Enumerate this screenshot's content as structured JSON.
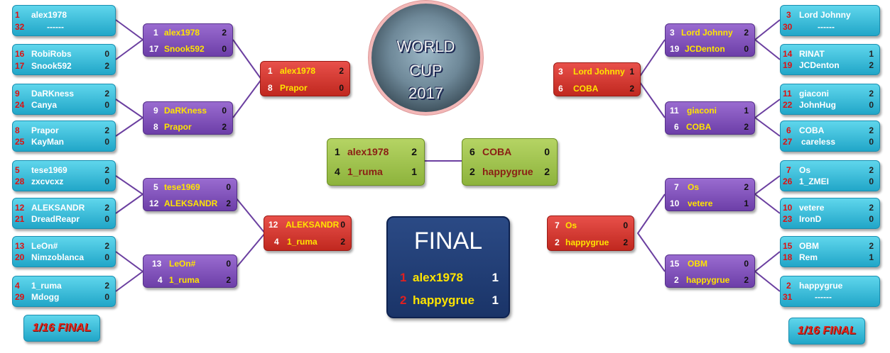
{
  "logo": {
    "line1": "WORLD",
    "line2": "CUP",
    "line3": "2017"
  },
  "stage_label_left": "1/16 FINAL",
  "stage_label_right": "1/16 FINAL",
  "left": {
    "r1": [
      {
        "p1": {
          "seed": "1",
          "name": "alex1978",
          "score": ""
        },
        "p2": {
          "seed": "32",
          "name": "------",
          "score": ""
        }
      },
      {
        "p1": {
          "seed": "16",
          "name": "RobiRobs",
          "score": "0"
        },
        "p2": {
          "seed": "17",
          "name": "Snook592",
          "score": "2"
        }
      },
      {
        "p1": {
          "seed": "9",
          "name": "DaRKness",
          "score": "2"
        },
        "p2": {
          "seed": "24",
          "name": "Canya",
          "score": "0"
        }
      },
      {
        "p1": {
          "seed": "8",
          "name": "Prapor",
          "score": "2"
        },
        "p2": {
          "seed": "25",
          "name": "KayMan",
          "score": "0"
        }
      },
      {
        "p1": {
          "seed": "5",
          "name": "tese1969",
          "score": "2"
        },
        "p2": {
          "seed": "28",
          "name": "zxcvcxz",
          "score": "0"
        }
      },
      {
        "p1": {
          "seed": "12",
          "name": "ALEKSANDR",
          "score": "2"
        },
        "p2": {
          "seed": "21",
          "name": "DreadReapr",
          "score": "0"
        }
      },
      {
        "p1": {
          "seed": "13",
          "name": "LeOn#",
          "score": "2"
        },
        "p2": {
          "seed": "20",
          "name": "Nimzoblanca",
          "score": "0"
        }
      },
      {
        "p1": {
          "seed": "4",
          "name": "1_ruma",
          "score": "2"
        },
        "p2": {
          "seed": "29",
          "name": "Mdogg",
          "score": "0"
        }
      }
    ],
    "r2": [
      {
        "p1": {
          "seed": "1",
          "name": "alex1978",
          "score": "2"
        },
        "p2": {
          "seed": "17",
          "name": "Snook592",
          "score": "0"
        }
      },
      {
        "p1": {
          "seed": "9",
          "name": "DaRKness",
          "score": "0"
        },
        "p2": {
          "seed": "8",
          "name": "Prapor",
          "score": "2"
        }
      },
      {
        "p1": {
          "seed": "5",
          "name": "tese1969",
          "score": "0"
        },
        "p2": {
          "seed": "12",
          "name": "ALEKSANDR",
          "score": "2"
        }
      },
      {
        "p1": {
          "seed": "13",
          "name": "LeOn#",
          "score": "0"
        },
        "p2": {
          "seed": "4",
          "name": "1_ruma",
          "score": "2"
        }
      }
    ],
    "r3": [
      {
        "p1": {
          "seed": "1",
          "name": "alex1978",
          "score": "2"
        },
        "p2": {
          "seed": "8",
          "name": "Prapor",
          "score": "0"
        }
      },
      {
        "p1": {
          "seed": "12",
          "name": "ALEKSANDR",
          "score": "0"
        },
        "p2": {
          "seed": "4",
          "name": "1_ruma",
          "score": "2"
        }
      }
    ],
    "semi": {
      "p1": {
        "seed": "1",
        "name": "alex1978",
        "score": "2"
      },
      "p2": {
        "seed": "4",
        "name": "1_ruma",
        "score": "1"
      }
    }
  },
  "right": {
    "r1": [
      {
        "p1": {
          "seed": "3",
          "name": "Lord Johnny",
          "score": ""
        },
        "p2": {
          "seed": "30",
          "name": "------",
          "score": ""
        }
      },
      {
        "p1": {
          "seed": "14",
          "name": "RINAT",
          "score": "1"
        },
        "p2": {
          "seed": "19",
          "name": "JCDenton",
          "score": "2"
        }
      },
      {
        "p1": {
          "seed": "11",
          "name": "giaconi",
          "score": "2"
        },
        "p2": {
          "seed": "22",
          "name": "JohnHug",
          "score": "0"
        }
      },
      {
        "p1": {
          "seed": "6",
          "name": "COBA",
          "score": "2"
        },
        "p2": {
          "seed": "27",
          "name": "careless",
          "score": "0"
        }
      },
      {
        "p1": {
          "seed": "7",
          "name": "Os",
          "score": "2"
        },
        "p2": {
          "seed": "26",
          "name": "1_ZMEI",
          "score": "0"
        }
      },
      {
        "p1": {
          "seed": "10",
          "name": "vetere",
          "score": "2"
        },
        "p2": {
          "seed": "23",
          "name": "IronD",
          "score": "0"
        }
      },
      {
        "p1": {
          "seed": "15",
          "name": "OBM",
          "score": "2"
        },
        "p2": {
          "seed": "18",
          "name": "Rem",
          "score": "1"
        }
      },
      {
        "p1": {
          "seed": "2",
          "name": "happygrue",
          "score": ""
        },
        "p2": {
          "seed": "31",
          "name": "------",
          "score": ""
        }
      }
    ],
    "r2": [
      {
        "p1": {
          "seed": "3",
          "name": "Lord Johnny",
          "score": "2"
        },
        "p2": {
          "seed": "19",
          "name": "JCDenton",
          "score": "0"
        }
      },
      {
        "p1": {
          "seed": "11",
          "name": "giaconi",
          "score": "1"
        },
        "p2": {
          "seed": "6",
          "name": "COBA",
          "score": "2"
        }
      },
      {
        "p1": {
          "seed": "7",
          "name": "Os",
          "score": "2"
        },
        "p2": {
          "seed": "10",
          "name": "vetere",
          "score": "1"
        }
      },
      {
        "p1": {
          "seed": "15",
          "name": "OBM",
          "score": "0"
        },
        "p2": {
          "seed": "2",
          "name": "happygrue",
          "score": "2"
        }
      }
    ],
    "r3": [
      {
        "p1": {
          "seed": "3",
          "name": "Lord Johnny",
          "score": "1"
        },
        "p2": {
          "seed": "6",
          "name": "COBA",
          "score": "2"
        }
      },
      {
        "p1": {
          "seed": "7",
          "name": "Os",
          "score": "0"
        },
        "p2": {
          "seed": "2",
          "name": "happygrue",
          "score": "2"
        }
      }
    ],
    "semi": {
      "p1": {
        "seed": "6",
        "name": "COBA",
        "score": "0"
      },
      "p2": {
        "seed": "2",
        "name": "happygrue",
        "score": "2"
      }
    }
  },
  "final": {
    "title": "FINAL",
    "p1": {
      "seed": "1",
      "name": "alex1978",
      "score": "1"
    },
    "p2": {
      "seed": "2",
      "name": "happygrue",
      "score": "1"
    }
  },
  "colors": {
    "cyan": "#21a6c8",
    "purple": "#6d3fa8",
    "red": "#c0281f",
    "green": "#8db33c",
    "final": "#1a3468",
    "connector": "#6b3fa0"
  }
}
